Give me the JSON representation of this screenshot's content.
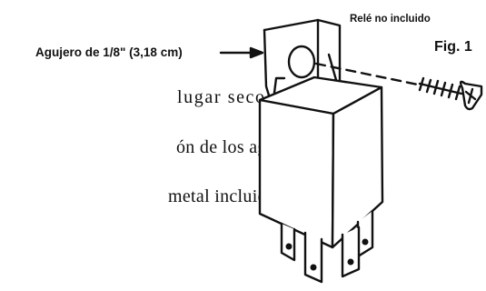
{
  "labels": {
    "hole": "Agujero de 1/8\" (3,18 cm)",
    "relay_note": "Relé no incluido",
    "figure": "Fig. 1"
  },
  "body_text": [
    "lugar seco con las",
    "ón de los agujeros y",
    "metal incluido."
  ]
}
